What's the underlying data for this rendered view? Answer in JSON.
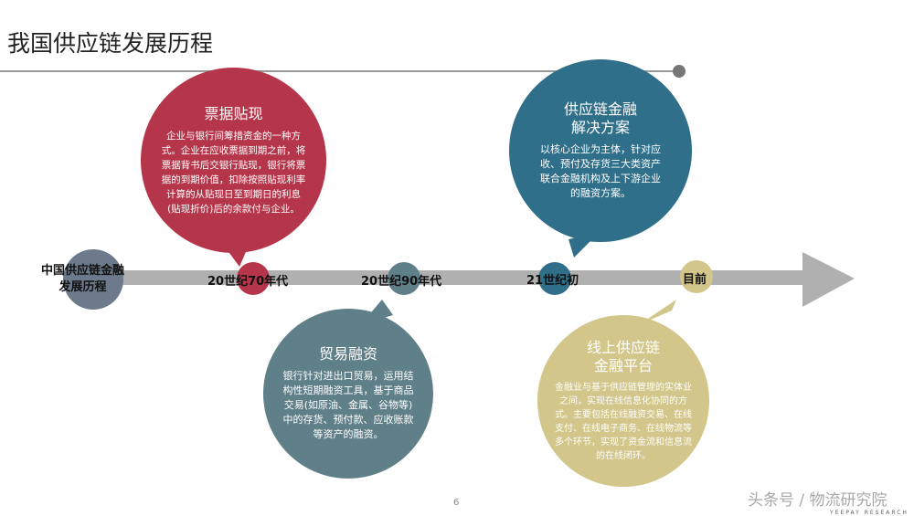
{
  "title": "我国供应链发展历程",
  "start": {
    "label_line1": "中国供应链金融",
    "label_line2": "发展历程"
  },
  "stages": [
    {
      "label": "20世纪70年代",
      "heading": "票据贴现",
      "text": "企业与银行间筹措资金的一种方式。企业在应收票据到期之前，将票据背书后交银行贴现，银行将票据的到期价值，扣除按照贴现利率计算的从贴现日至到期日的利息 (贴现折价)后的余款付与企业。",
      "color": "#b5364a"
    },
    {
      "label": "20世纪90年代",
      "heading": "贸易融资",
      "text": "银行针对进出口贸易，运用结构性短期融资工具，基于商品交易(如原油、金属、谷物等)中的存货、预付款、应收账款等资产的融资。",
      "color": "#5f7f89"
    },
    {
      "label": "21世纪初",
      "heading": "供应链金融解决方案",
      "text": "以核心企业为主体，针对应收、预付及存货三大类资产联合金融机构及上下游企业的融资方案。",
      "color": "#2f6f8a"
    },
    {
      "label": "目前",
      "heading": "线上供应链金融平台",
      "text": "金融业与基于供应链管理的实体业之间，实现在线信息化协同的方式。主要包括在线融资交易、在线支付、在线电子商务、在线物流等多个环节，实现了资金流和信息流的在线闭环。",
      "color": "#d2c68a"
    }
  ],
  "page_number": "6",
  "watermark": {
    "text": "头条号 / 物流研究院",
    "sub": "YEEPAY RESEARCH"
  }
}
